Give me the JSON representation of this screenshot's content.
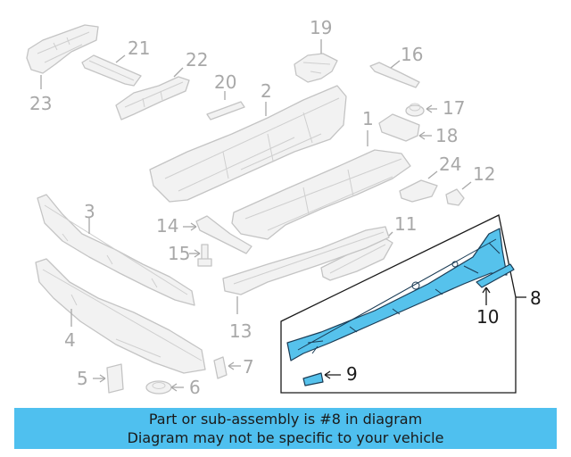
{
  "callouts": {
    "c1": "1",
    "c2": "2",
    "c3": "3",
    "c4": "4",
    "c5": "5",
    "c6": "6",
    "c7": "7",
    "c8": "8",
    "c9": "9",
    "c10": "10",
    "c11": "11",
    "c12": "12",
    "c13": "13",
    "c14": "14",
    "c15": "15",
    "c16": "16",
    "c17": "17",
    "c18": "18",
    "c19": "19",
    "c20": "20",
    "c21": "21",
    "c22": "22",
    "c23": "23",
    "c24": "24"
  },
  "highlighted_part": "8",
  "colors": {
    "highlight": "#56c2ec",
    "ghost": "#c4c4c4",
    "banner": "#4fc0ef"
  },
  "banner": {
    "line1": "Part or sub-assembly is #8 in diagram",
    "line2": "Diagram may not be specific to your vehicle"
  }
}
